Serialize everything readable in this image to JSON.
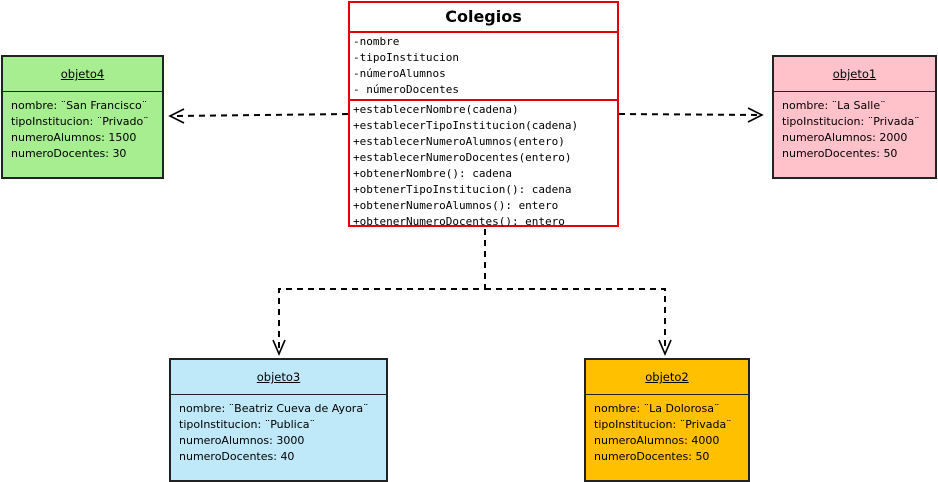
{
  "class": {
    "name": "Colegios",
    "attributes": [
      "-nombre",
      "-tipoInstitucion",
      "-númeroAlumnos",
      "- númeroDocentes"
    ],
    "methods": [
      "+establecerNombre(cadena)",
      "+establecerTipoInstitucion(cadena)",
      "+establecerNumeroAlumnos(entero)",
      "+establecerNumeroDocentes(entero)",
      "+obtenerNombre(): cadena",
      "+obtenerTipoInstitucion(): cadena",
      "+obtenerNumeroAlumnos(): entero",
      "+obtenerNumeroDocentes(): entero"
    ]
  },
  "objects": {
    "objeto4": {
      "title": "objeto4",
      "color": "#a6ee90",
      "lines": [
        "nombre: ¨San Francisco¨",
        "tipoInstitucion: ¨Privado¨",
        "numeroAlumnos: 1500",
        "numeroDocentes: 30"
      ]
    },
    "objeto1": {
      "title": "objeto1",
      "color": "#ffc2cb",
      "lines": [
        "nombre: ¨La Salle¨",
        "tipoInstitucion: ¨Privada¨",
        "numeroAlumnos: 2000",
        "numeroDocentes: 50"
      ]
    },
    "objeto3": {
      "title": "objeto3",
      "color": "#bfe9f9",
      "lines": [
        "nombre: ¨Beatriz Cueva de Ayora¨",
        "tipoInstitucion: ¨Publica¨",
        "numeroAlumnos: 3000",
        "numeroDocentes: 40"
      ]
    },
    "objeto2": {
      "title": "objeto2",
      "color": "#ffc000",
      "lines": [
        "nombre: ¨La Dolorosa¨",
        "tipoInstitucion: ¨Privada¨",
        "numeroAlumnos: 4000",
        "numeroDocentes: 50"
      ]
    }
  }
}
